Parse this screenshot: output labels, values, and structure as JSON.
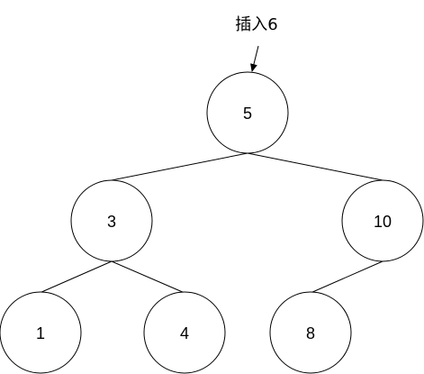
{
  "annotation": {
    "text": "插入6"
  },
  "tree": {
    "nodes": [
      {
        "id": "n5",
        "label": "5"
      },
      {
        "id": "n3",
        "label": "3"
      },
      {
        "id": "n10",
        "label": "10"
      },
      {
        "id": "n1",
        "label": "1"
      },
      {
        "id": "n4",
        "label": "4"
      },
      {
        "id": "n8",
        "label": "8"
      }
    ],
    "edges": [
      {
        "from": "n5",
        "to": "n3"
      },
      {
        "from": "n5",
        "to": "n10"
      },
      {
        "from": "n3",
        "to": "n1"
      },
      {
        "from": "n3",
        "to": "n4"
      },
      {
        "from": "n10",
        "to": "n8"
      }
    ]
  }
}
